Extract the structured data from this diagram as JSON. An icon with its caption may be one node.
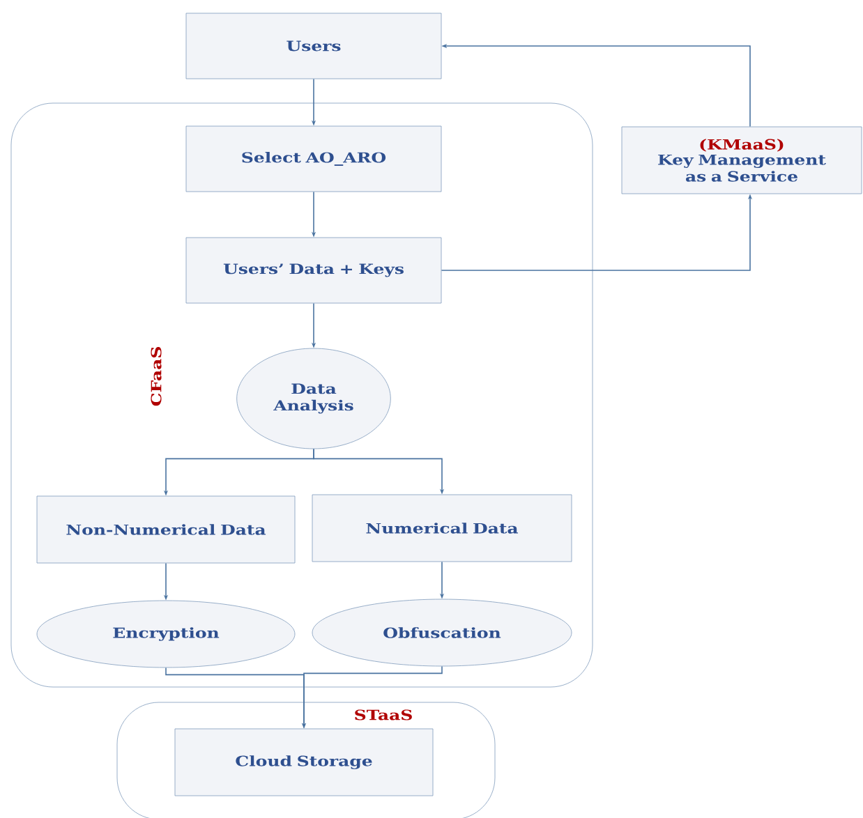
{
  "diagram": {
    "nodes": [
      {
        "text": [
          "Users"
        ]
      },
      {
        "text": [
          "CFaaS"
        ]
      },
      {
        "text": [
          "Select AO_ARO"
        ],
        "in": 1
      },
      {
        "text": [
          "Users’ Data + Keys"
        ],
        "in": 1
      },
      {
        "text": [
          "Data Analysis"
        ],
        "in": 1
      },
      {
        "text": [
          "Non-Numerical Data"
        ],
        "in": 1
      },
      {
        "text": [
          "Numerical Data"
        ],
        "in": 1
      },
      {
        "text": [
          "Encryption"
        ],
        "in": 1
      },
      {
        "text": [
          "Obfuscation"
        ],
        "in": 1
      },
      {
        "text": [
          "(KMaaS)",
          "Key Management as a Service"
        ]
      },
      {
        "text": [
          "STaaS"
        ]
      },
      {
        "text": [
          "Cloud Storage"
        ],
        "in": 10
      }
    ],
    "edges": [
      {
        "from": 0,
        "to": 2,
        "arrow": "to"
      },
      {
        "from": 2,
        "to": 3,
        "arrow": "to"
      },
      {
        "from": 3,
        "to": 4,
        "arrow": "to"
      },
      {
        "from": 3,
        "to": 9,
        "arrow": "to"
      },
      {
        "from": 9,
        "to": 0,
        "arrow": "to"
      },
      {
        "from": 4,
        "to": 5,
        "arrow": "to"
      },
      {
        "from": 4,
        "to": 6,
        "arrow": "to"
      },
      {
        "from": 5,
        "to": 7,
        "arrow": "to"
      },
      {
        "from": 6,
        "to": 8,
        "arrow": "to"
      },
      {
        "from": 7,
        "to": 11,
        "arrow": "to"
      },
      {
        "from": 8,
        "to": 11,
        "arrow": "to"
      }
    ]
  }
}
